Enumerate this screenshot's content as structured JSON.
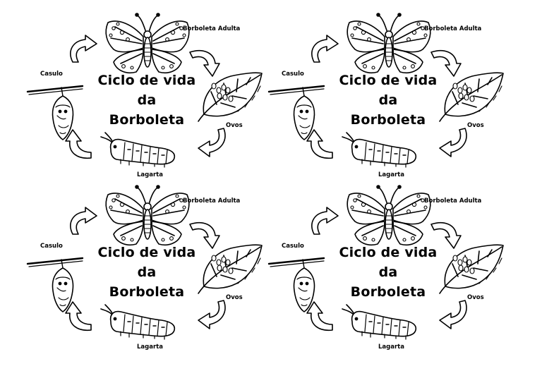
{
  "worksheet": {
    "panels": [
      {
        "title": [
          "Ciclo de vida",
          "da",
          "Borboleta"
        ],
        "labels": {
          "adult": "Borboleta Adulta",
          "eggs": "Ovos",
          "larva": "Lagarta",
          "pupa": "Casulo"
        }
      },
      {
        "title": [
          "Ciclo de vida",
          "da",
          "Borboleta"
        ],
        "labels": {
          "adult": "Borboleta Adulta",
          "eggs": "Ovos",
          "larva": "Lagarta",
          "pupa": "Casulo"
        }
      },
      {
        "title": [
          "Ciclo de vida",
          "da",
          "Borboleta"
        ],
        "labels": {
          "adult": "Borboleta Adulta",
          "eggs": "Ovos",
          "larva": "Lagarta",
          "pupa": "Casulo"
        }
      },
      {
        "title": [
          "Ciclo de vida",
          "da",
          "Borboleta"
        ],
        "labels": {
          "adult": "Borboleta Adulta",
          "eggs": "Ovos",
          "larva": "Lagarta",
          "pupa": "Casulo"
        }
      }
    ],
    "colors": {
      "ink": "#000000",
      "paper": "#ffffff"
    },
    "icons": [
      "butterfly-icon",
      "leaf-with-eggs-icon",
      "caterpillar-icon",
      "chrysalis-icon",
      "cycle-arrow-icon"
    ]
  }
}
